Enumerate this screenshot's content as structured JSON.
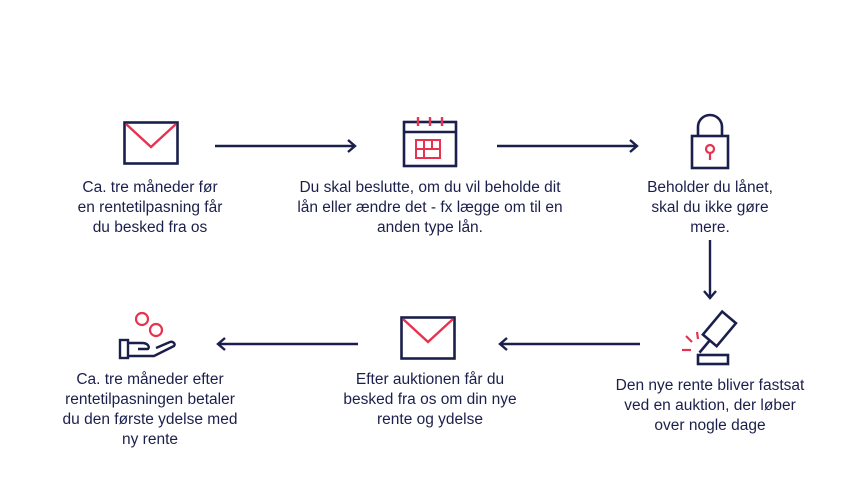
{
  "colors": {
    "navy": "#1b1f4b",
    "accent": "#e8324f",
    "background": "#ffffff"
  },
  "steps": [
    {
      "icon": "envelope-icon",
      "text": "Ca. tre måneder før en rentetilpasning får du besked fra os",
      "lines": [
        "Ca. tre måneder før",
        "en rentetilpasning får",
        "du besked fra os"
      ]
    },
    {
      "icon": "calendar-icon",
      "text": "Du skal beslutte, om du vil beholde dit lån eller ændre det - fx lægge om til en anden type lån.",
      "lines": [
        "Du skal beslutte, om du vil beholde dit",
        "lån eller ændre det - fx lægge om til en",
        "anden type lån."
      ]
    },
    {
      "icon": "lock-icon",
      "text": "Beholder du lånet, skal du ikke gøre mere.",
      "lines": [
        "Beholder du lånet,",
        "skal du ikke gøre",
        "mere."
      ]
    },
    {
      "icon": "gavel-icon",
      "text": "Den nye rente bliver fastsat ved en auktion, der løber over nogle dage",
      "lines": [
        "Den nye rente bliver fastsat",
        "ved en auktion, der løber",
        "over nogle dage"
      ]
    },
    {
      "icon": "envelope-icon",
      "text": "Efter auktionen får du besked fra os om din nye rente og ydelse",
      "lines": [
        "Efter auktionen får du",
        "besked fra os om din nye",
        "rente og ydelse"
      ]
    },
    {
      "icon": "hand-coins-icon",
      "text": "Ca. tre måneder efter rentetilpasningen betaler du den første ydelse med ny rente",
      "lines": [
        "Ca. tre måneder efter",
        "rentetilpasningen betaler",
        "du den første ydelse med",
        "ny rente"
      ]
    }
  ]
}
